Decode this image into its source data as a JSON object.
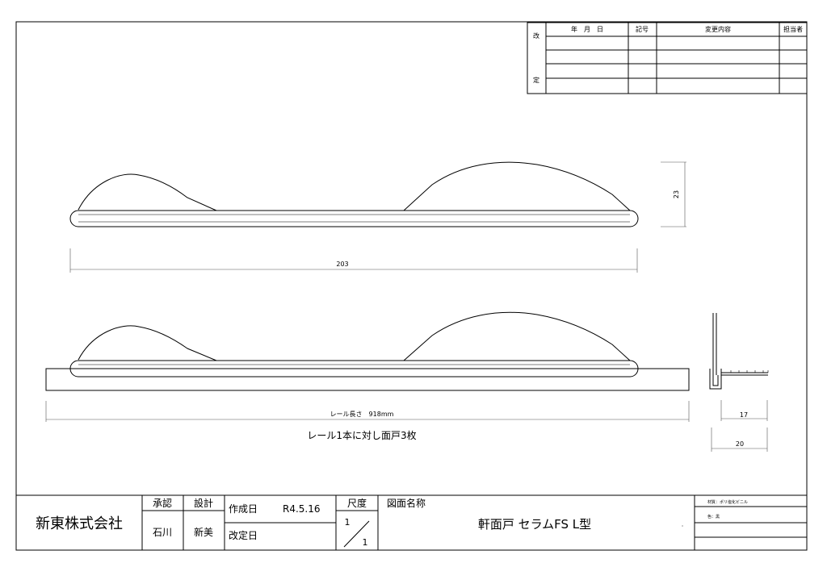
{
  "revision_table": {
    "side_label_top": "改",
    "side_label_bottom": "定",
    "headers": {
      "date": "年　月　日",
      "symbol": "記号",
      "content": "変更内容",
      "person": "担当者"
    }
  },
  "dimensions": {
    "height_top": "23",
    "length_top": "203",
    "rail_length": "レール長さ　918mm",
    "note": "レール1本に対し面戸3枚",
    "side_inner": "17",
    "side_outer": "20"
  },
  "title_block": {
    "company": "新東株式会社",
    "approve_label": "承認",
    "design_label": "設計",
    "approve_name": "石川",
    "design_name": "新美",
    "created_label": "作成日",
    "created_date": "R4.5.16",
    "revised_label": "改定日",
    "scale_label": "尺度",
    "scale_top": "1",
    "scale_bottom": "1",
    "drawing_name_label": "図面名称",
    "drawing_name": "軒面戸 セラムFS L型",
    "dot": "·",
    "material": "材質：ポリ塩化ビニル",
    "color": "色：黒"
  }
}
